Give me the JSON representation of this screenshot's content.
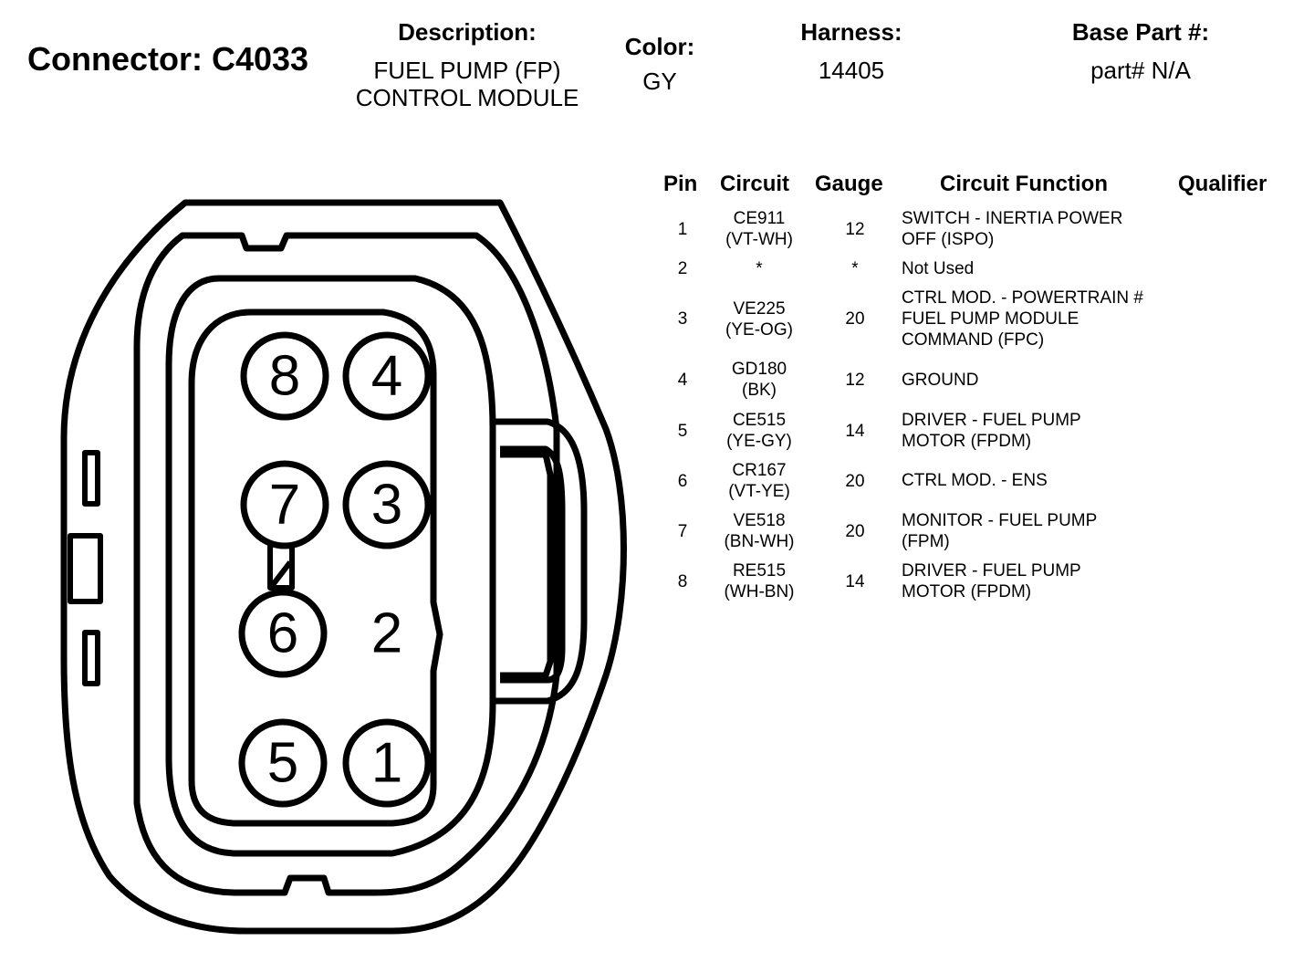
{
  "header": {
    "connector_title": "Connector: C4033",
    "description_label": "Description:",
    "description_line1": "FUEL PUMP (FP)",
    "description_line2": "CONTROL MODULE",
    "color_label": "Color:",
    "color_value": "GY",
    "harness_label": "Harness:",
    "harness_value": "14405",
    "base_part_label": "Base Part #:",
    "base_part_value": "part# N/A"
  },
  "table": {
    "headers": {
      "pin": "Pin",
      "circuit": "Circuit",
      "gauge": "Gauge",
      "circuit_function": "Circuit Function",
      "qualifier": "Qualifier"
    },
    "rows": [
      {
        "pin": "1",
        "circuit_code": "CE911",
        "circuit_color": "(VT-WH)",
        "gauge": "12",
        "function": [
          "SWITCH - INERTIA POWER",
          "OFF (ISPO)"
        ]
      },
      {
        "pin": "2",
        "circuit_code": "*",
        "circuit_color": "",
        "gauge": "*",
        "function": [
          "Not Used"
        ]
      },
      {
        "pin": "3",
        "circuit_code": "VE225",
        "circuit_color": "(YE-OG)",
        "gauge": "20",
        "function": [
          "CTRL MOD. - POWERTRAIN #",
          "FUEL PUMP MODULE",
          "COMMAND (FPC)"
        ]
      },
      {
        "pin": "4",
        "circuit_code": "GD180",
        "circuit_color": "(BK)",
        "gauge": "12",
        "function": [
          "GROUND"
        ]
      },
      {
        "pin": "5",
        "circuit_code": "CE515",
        "circuit_color": "(YE-GY)",
        "gauge": "14",
        "function": [
          "DRIVER - FUEL PUMP",
          "MOTOR (FPDM)"
        ]
      },
      {
        "pin": "6",
        "circuit_code": "CR167",
        "circuit_color": "(VT-YE)",
        "gauge": "20",
        "function": [
          "CTRL MOD. - ENS"
        ]
      },
      {
        "pin": "7",
        "circuit_code": "VE518",
        "circuit_color": "(BN-WH)",
        "gauge": "20",
        "function": [
          "MONITOR - FUEL PUMP",
          "(FPM)"
        ]
      },
      {
        "pin": "8",
        "circuit_code": "RE515",
        "circuit_color": "(WH-BN)",
        "gauge": "14",
        "function": [
          "DRIVER - FUEL PUMP",
          "MOTOR (FPDM)"
        ]
      }
    ]
  },
  "diagram": {
    "pins": [
      {
        "label": "8",
        "circled": true
      },
      {
        "label": "4",
        "circled": true
      },
      {
        "label": "7",
        "circled": true
      },
      {
        "label": "3",
        "circled": true
      },
      {
        "label": "6",
        "circled": true
      },
      {
        "label": "2",
        "circled": false
      },
      {
        "label": "5",
        "circled": true
      },
      {
        "label": "1",
        "circled": true
      }
    ]
  }
}
